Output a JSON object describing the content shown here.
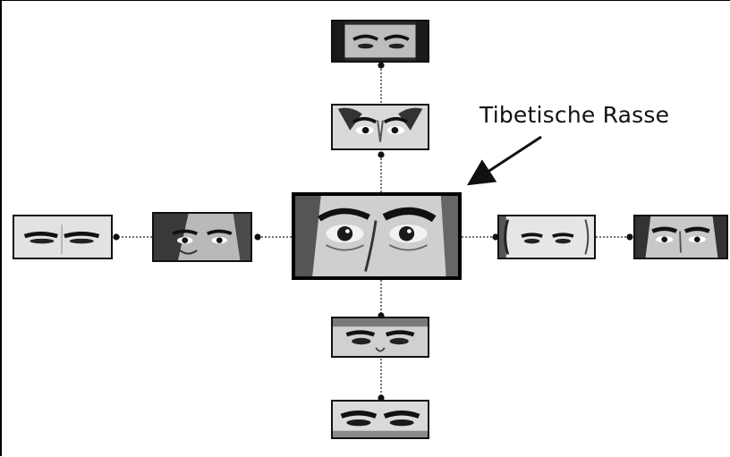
{
  "diagram": {
    "label": "Tibetische Rasse",
    "nodes": [
      {
        "id": "center",
        "icon": "eyes-photo-center"
      },
      {
        "id": "up-1",
        "icon": "eyes-photo-up-1"
      },
      {
        "id": "up-2",
        "icon": "eyes-photo-up-2"
      },
      {
        "id": "down-1",
        "icon": "eyes-photo-down-1"
      },
      {
        "id": "down-2",
        "icon": "eyes-photo-down-2"
      },
      {
        "id": "left-1",
        "icon": "eyes-photo-left-1"
      },
      {
        "id": "left-2",
        "icon": "eyes-photo-left-2"
      },
      {
        "id": "right-1",
        "icon": "eyes-photo-right-1"
      },
      {
        "id": "right-2",
        "icon": "eyes-photo-right-2"
      }
    ]
  }
}
